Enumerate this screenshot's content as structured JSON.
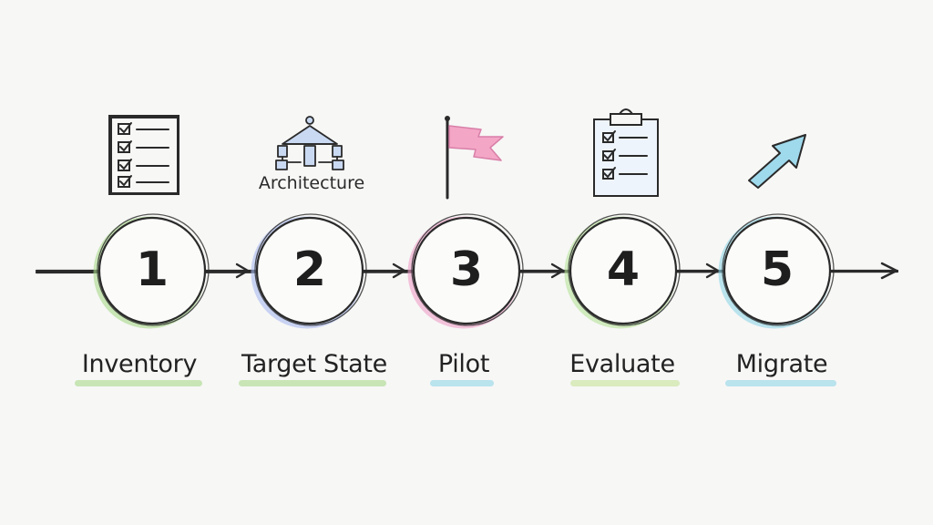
{
  "steps": [
    {
      "number": "1",
      "label": "Inventory",
      "icon": "checklist-icon",
      "accent": "#a8d98a"
    },
    {
      "number": "2",
      "label": "Target State",
      "icon": "architecture-icon",
      "icon_caption": "Architecture",
      "accent": "#a9b9f0"
    },
    {
      "number": "3",
      "label": "Pilot",
      "icon": "flag-icon",
      "accent": "#ef9ec8"
    },
    {
      "number": "4",
      "label": "Evaluate",
      "icon": "clipboard-checklist-icon",
      "accent": "#b6e39a"
    },
    {
      "number": "5",
      "label": "Migrate",
      "icon": "arrow-up-right-icon",
      "accent": "#8fd6e8"
    }
  ],
  "colors": {
    "ink": "#222222",
    "label_highlights": [
      "#a8d98a",
      "#a8d98a",
      "#8fd6e8",
      "#c6e29a",
      "#8fd6e8"
    ],
    "flag": "#f4a6c6",
    "arrow_icon": "#9fd9ec",
    "architecture": "#c9d9f2"
  }
}
